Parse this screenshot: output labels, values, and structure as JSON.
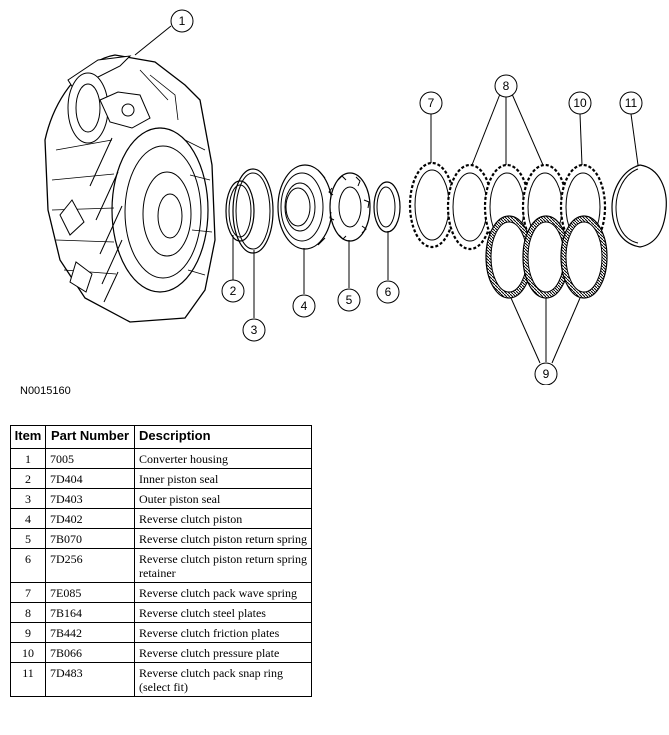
{
  "figure": {
    "id": "N0015160",
    "callouts": [
      "1",
      "2",
      "3",
      "4",
      "5",
      "6",
      "7",
      "8",
      "9",
      "10",
      "11"
    ]
  },
  "table": {
    "headers": {
      "item": "Item",
      "part_number": "Part Number",
      "description": "Description"
    },
    "rows": [
      {
        "item": "1",
        "part_number": "7005",
        "description": "Converter housing"
      },
      {
        "item": "2",
        "part_number": "7D404",
        "description": "Inner piston seal"
      },
      {
        "item": "3",
        "part_number": "7D403",
        "description": "Outer piston seal"
      },
      {
        "item": "4",
        "part_number": "7D402",
        "description": "Reverse clutch piston"
      },
      {
        "item": "5",
        "part_number": "7B070",
        "description": "Reverse clutch piston return spring"
      },
      {
        "item": "6",
        "part_number": "7D256",
        "description": "Reverse clutch piston return spring retainer"
      },
      {
        "item": "7",
        "part_number": "7E085",
        "description": "Reverse clutch pack wave spring"
      },
      {
        "item": "8",
        "part_number": "7B164",
        "description": "Reverse clutch steel plates"
      },
      {
        "item": "9",
        "part_number": "7B442",
        "description": "Reverse clutch friction plates"
      },
      {
        "item": "10",
        "part_number": "7B066",
        "description": "Reverse clutch pressure plate"
      },
      {
        "item": "11",
        "part_number": "7D483",
        "description": "Reverse clutch pack snap ring (select fit)"
      }
    ]
  }
}
